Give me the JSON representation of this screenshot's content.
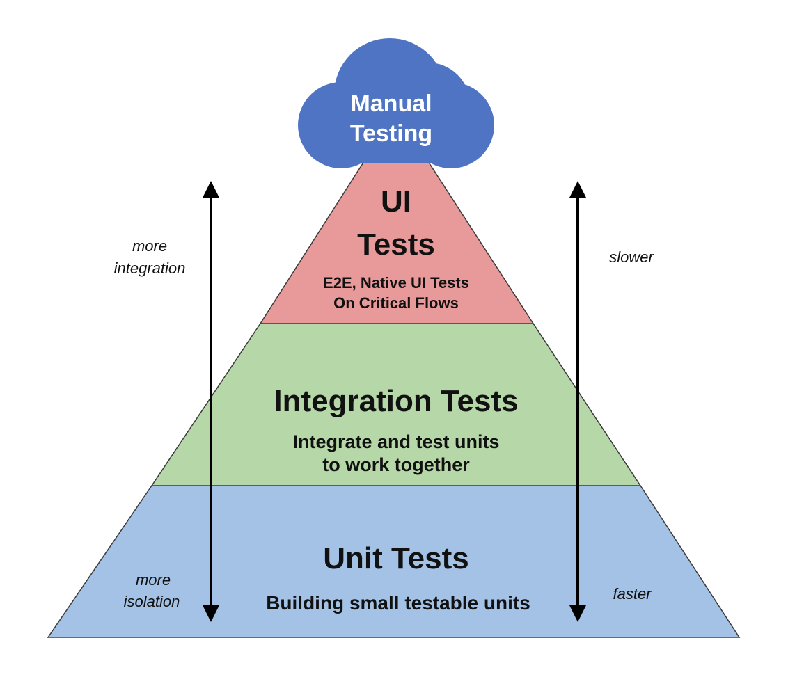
{
  "cloud": {
    "line1": "Manual",
    "line2": "Testing",
    "color": "#4e74c3"
  },
  "layers": {
    "ui": {
      "title_line1": "UI",
      "title_line2": "Tests",
      "desc_line1": "E2E, Native UI Tests",
      "desc_line2": "On Critical Flows",
      "color": "#e89a9a"
    },
    "integration": {
      "title": "Integration Tests",
      "desc_line1": "Integrate and test units",
      "desc_line2": "to work together",
      "color": "#b6d7a8"
    },
    "unit": {
      "title": "Unit Tests",
      "desc": "Building small testable units",
      "color": "#a3c2e6"
    }
  },
  "left_axis": {
    "top_line1": "more",
    "top_line2": "integration",
    "bottom_line1": "more",
    "bottom_line2": "isolation"
  },
  "right_axis": {
    "top": "slower",
    "bottom": "faster"
  }
}
